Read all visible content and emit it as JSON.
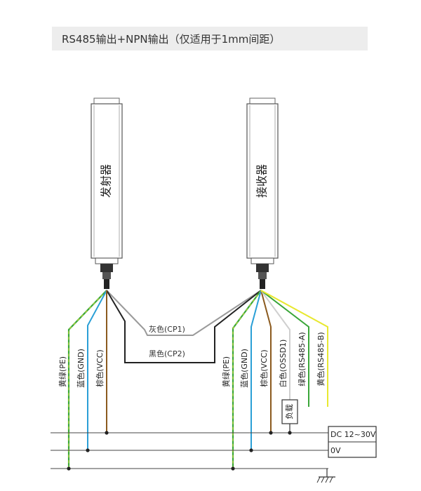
{
  "header": {
    "title": "RS485输出+NPN输出（仅适用于1mm间距）"
  },
  "devices": {
    "emitter": "发射器",
    "receiver": "接收器"
  },
  "links": {
    "cp1": "灰色(CP1)",
    "cp2": "黑色(CP2)"
  },
  "emitter_wires": {
    "pe": "黄绿(PE)",
    "gnd": "蓝色(GND)",
    "vcc": "棕色(VCC)"
  },
  "receiver_wires": {
    "pe": "黄绿(PE)",
    "gnd": "蓝色(GND)",
    "vcc": "棕色(VCC)",
    "ossd1": "白色(OSSD1)",
    "rs485a": "绿色(RS485-A)",
    "rs485b": "黄色(RS485-B)"
  },
  "load": "负载",
  "power": {
    "dc": "DC 12~30V",
    "zero": "0V"
  },
  "colors": {
    "yellow_green": "#3aa639",
    "blue": "#2a9fd6",
    "brown": "#8b5a1e",
    "gray": "#9a9a9a",
    "black": "#222222",
    "white": "#cfcfcf",
    "green": "#3aa639",
    "yellow": "#e8e830"
  }
}
